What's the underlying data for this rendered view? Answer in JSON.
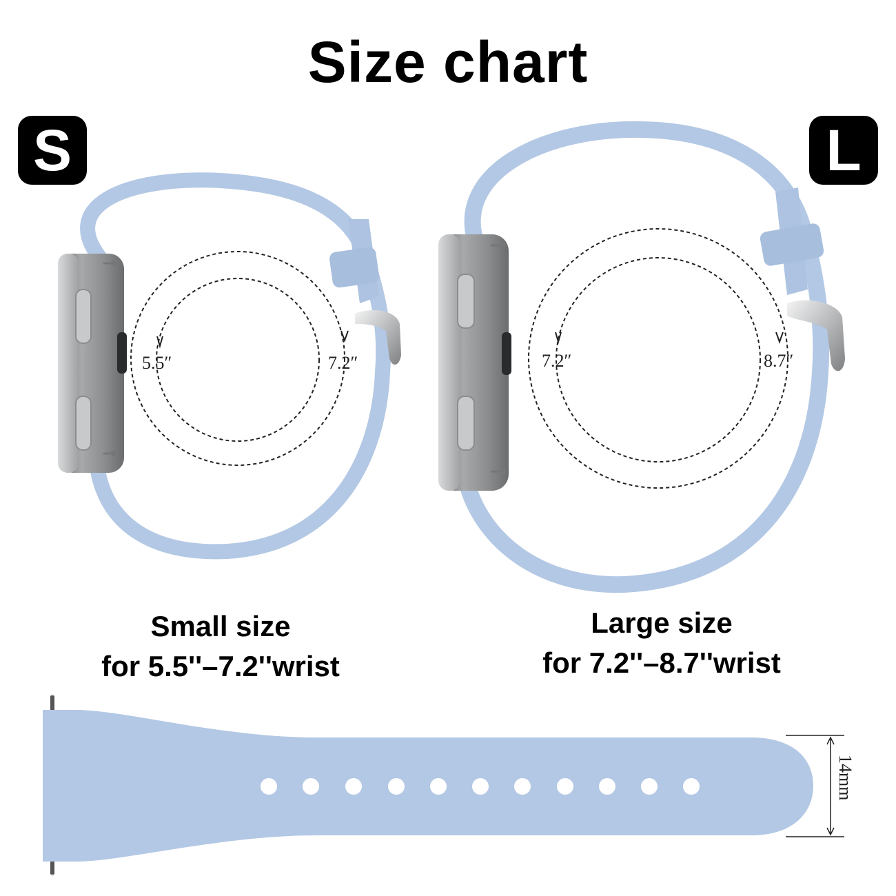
{
  "title": "Size chart",
  "badges": {
    "small": "S",
    "large": "L"
  },
  "small": {
    "min_label": "5.5″",
    "max_label": "7.2″",
    "line1": "Small size",
    "line2": "for 5.5''–7.2''wrist"
  },
  "large": {
    "min_label": "7.2″",
    "max_label": "8.7″",
    "line1": "Large size",
    "line2": "for 7.2''–8.7''wrist"
  },
  "strap": {
    "width_label": "14mm"
  },
  "colors": {
    "band": "#b3c8e4",
    "band_edge": "#9eb5d6",
    "case": "#8e9092",
    "case_dark": "#6d6f71",
    "text": "#000000"
  }
}
